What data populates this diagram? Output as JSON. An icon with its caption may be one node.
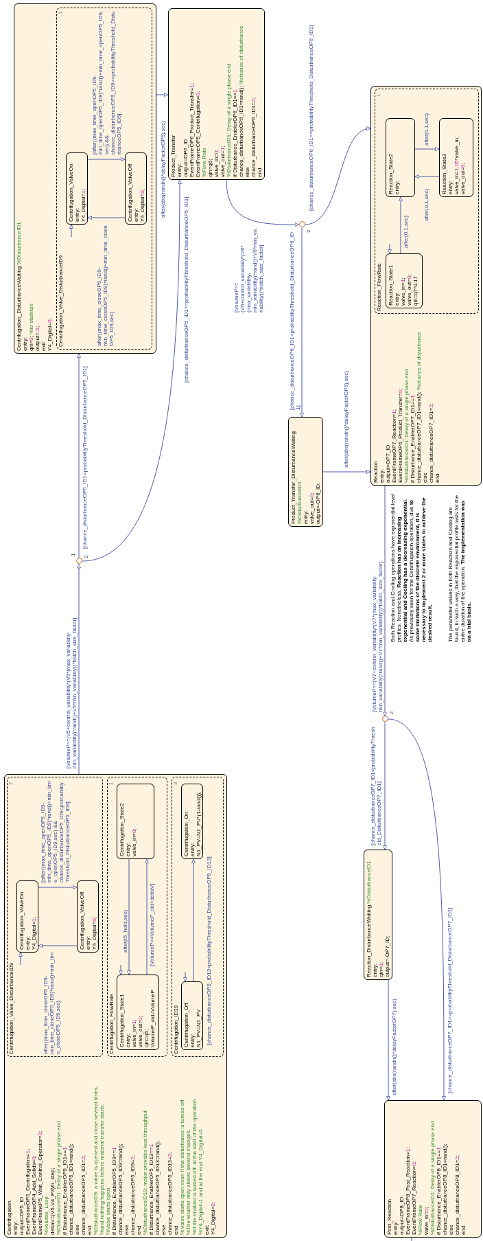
{
  "diagram": {
    "nodes": [
      {
        "text": [
          "Centrifugation_DisturbanceWaiting %DisturbanceID1",
          "entry:",
          "qin=0; %to stabilize",
          "output=-5;",
          "exit:",
          "Y4_Digital=0;"
        ]
      },
      {
        "text": [
          "Centrifugation_Valve_DisturbanceID9"
        ],
        "in": 0
      },
      {
        "text": [
          "Centrifugation_ValveOn",
          "entry:",
          "Y4_Digital=1;"
        ],
        "in": 1
      },
      {
        "text": [
          "Centrifugation_ValveOff",
          "entry:",
          "Y4_Digital=0;"
        ],
        "in": 1
      },
      {
        "text": [
          "Product_Transfer",
          "entry:",
          "output=OP6_ID",
          "EventFrameOP6_Product_Transfer=1;",
          "EventFrameOP5_Centrifugation=0;",
          "%Flow Rate",
          "qin=q6;",
          "valve_in=0;",
          "valve_out=1;",
          "%DisturbanceID1: Delay of a single phase end",
          "if Disturbance_EnablerOP6_ID1==1",
          "chance_disturbanceOP6_ID1=rand(); %chance of disturbance",
          "else",
          "chance_disturbanceOP6_ID1=2;",
          "end"
        ]
      },
      {
        "text": [],
        "shape": "circle"
      },
      {
        "text": [],
        "shape": "circle"
      },
      {
        "text": [
          "Product_Transfer_DisturbanceWaiting",
          "%DisturbanceID1",
          "entry:",
          "valve_out=0;",
          "output=-OP6_ID;"
        ]
      },
      {
        "text": [
          "Reaction",
          "entry:",
          "output=OP7_ID",
          "EventFrameOP7_Reaction=1;",
          "EventFrameOP6_Product_Transfer=0;",
          "%DisturbanceID1: Delay of a single phase end",
          "if Disturbance_EnablerOP7_ID1==1",
          "chance_disturbanceOP7_ID1=rand(); %chance of disturbance",
          "else",
          "chance_disturbanceOP7_ID1=2;",
          "end"
        ]
      },
      {
        "text": [
          "Reaction_FlowRate"
        ],
        "in": 8
      },
      {
        "text": [
          "Reaction_State1",
          "entry:",
          "valve_in=1;",
          "valve_out=0;",
          "qin=q7*0.17"
        ],
        "in": 9
      },
      {
        "text": [
          "Reaction_State2",
          "entry:"
        ],
        "in": 9
      },
      {
        "text": [
          "Reaction_State3",
          "entry:",
          "valve_in=1.05*valve_in;",
          "valve_out=0;"
        ],
        "in": 9
      },
      {
        "text": [
          "Centrifugation",
          "entry:",
          "output=OP5_ID",
          "EventFrameOP5_Centrifugation=1;",
          "EventFrameOP4_Add_Solids=0;",
          "EventFrameP5_Wait_Control_Operator=0;",
          "%Volume_Loop",
          "deltaV=(V5-V4_P3)/n_step;",
          "%DisturbanceID1: Delay of a single phase end",
          "if Disturbance_EnablerOP5_ID1==1",
          "chance_disturbanceOP5_ID1=rand();",
          "else",
          "chance_disturbanceOP5_ID1=2;",
          "end",
          "%DisturbanceID9: a valve is opened and close several times,",
          "%and nothing happens before material transfer starts.",
          "%Valve starts open",
          "if Disturbance_EnablerOP5_ID9==1",
          "chance_disturbanceOP5_ID9=rand();",
          "else",
          "chance_disturbanceOP5_ID9=2;",
          "end",
          "%DisturbanceID19: motor provides less throughput",
          "if Disturbance_EnablerOP5_ID13==1",
          "chance_disturbanceOP5_ID13=rand();",
          "else",
          "chance_disturbanceOP5_ID13=2;",
          "end",
          "% valve starts open even if the disturbance is turned off",
          "%The enabler only allows several changes.",
          "%If the enabler is turned off: at the start of the operation",
          "%Y4_Digital=1 and at the end Y4_Digital=0",
          "exit:",
          "Y4_Digital=0;"
        ]
      },
      {
        "text": [
          "Centrifugation_Valve_DisturbanceID9"
        ],
        "in": 13
      },
      {
        "text": [
          "Centrifugation_ValveOn",
          "entry:",
          "Y4_Digital=1;"
        ],
        "in": 14
      },
      {
        "text": [
          "Centrifugation_ValveOff",
          "entry:",
          "Y4_Digital=0;"
        ],
        "in": 14
      },
      {
        "text": [
          "Centrifugation_FlowRate"
        ],
        "in": 13
      },
      {
        "text": [
          "Centrifugation_State1",
          "entry:",
          "valve_in=1;",
          "valve_out=0;",
          "qin=q5;",
          "VolumeP_old=VolumeP"
        ],
        "in": 17
      },
      {
        "text": [
          "Centrifugation_State2",
          "entry:",
          "valve_in=0;"
        ],
        "in": 17
      },
      {
        "text": [
          "Centrifugation_ID19"
        ],
        "in": 13
      },
      {
        "text": [
          "Centrifugation_Off",
          "entry:",
          "N1_PV=N1_PV"
        ],
        "in": 20
      },
      {
        "text": [
          "Centrifugation_On",
          "entry:",
          "N1_PV=N1_PV*(1-rand());"
        ],
        "in": 20
      },
      {
        "text": [],
        "shape": "circle"
      },
      {
        "text": [
          "Reaction_DisturbanceWaiting %DisturbanceID1",
          "entry:",
          "qin=0;",
          "output=-OP7_ID;"
        ]
      },
      {
        "text": [
          "Post_Reaction",
          "entry:",
          "output=OP8_ID",
          "EventFrameOP8_Post_Reaction=1;",
          "EventFrameOP7_Reaction=0;",
          "%Flow Rate",
          "valve_in=0;",
          "%DisturbanceID1: Delay of a single phase end",
          "if Disturbance_EnablerOP8_ID1==1",
          "chance_disturbanceOP8_ID1=rand();",
          "else",
          "chance_disturbanceOP8_ID1=2;",
          "end"
        ]
      }
    ],
    "edges": [
      {
        "from": 5,
        "to": 0,
        "arrow": "to",
        "label": "[chance_disturbanceOP5_ID1<probabilityThreshold_DisturbanceOP5_ID1]"
      },
      {
        "from": 5,
        "to": 4,
        "arrow": "to",
        "label": "[chance_disturbanceOP5_ID1>=probabilityThreshold_DisturbanceOP5_ID1]"
      },
      {
        "from": 0,
        "to": 4,
        "arrow": "to",
        "label": "after(abs(randn()*delayFactorOP5),sec)"
      },
      {
        "from": 4,
        "to": 6,
        "arrow": "to",
        "label": "[VolumeP>=(V6+control_variability*(V6*(max_variability-min_variability)*rand()+V6*min_variability))*batch_size_factor]"
      },
      {
        "from": 6,
        "to": 7,
        "arrow": "to",
        "label": "[chance_disturbanceOP6_ID1<probabilityThreshold_DisturbanceOP6_ID1]"
      },
      {
        "from": 6,
        "to": 8,
        "arrow": "to",
        "label": "[chance_disturbanceOP6_ID1>=probabilityThreshold_DisturbanceOP6_ID1]"
      },
      {
        "from": 7,
        "to": 8,
        "arrow": "to",
        "label": "after(abs(randn()*delayFactorOP6),sec)"
      },
      {
        "from": 8,
        "to": 23,
        "arrow": "to",
        "label": "[VolumeP>=(V7+control_variability*(V7*(max_variability-min_variability)*rand()+V7*min_variability))*batch_size_factor]"
      },
      {
        "from": 23,
        "to": 24,
        "arrow": "to",
        "label": "[chance_disturbanceOP7_ID1<probabilityThreshold_DisturbanceOP7_ID1]"
      },
      {
        "from": 23,
        "to": 25,
        "arrow": "to",
        "label": "[chance_disturbanceOP7_ID1>=probabilityThreshold_DisturbanceOP7_ID1]"
      },
      {
        "from": 24,
        "to": 25,
        "arrow": "to",
        "label": "after(abs(randn()*delayFactorOP7),sec)"
      },
      {
        "from": 25,
        "to": null,
        "arrow": "none"
      },
      {
        "from": 13,
        "to": 5,
        "arrow": "to",
        "label": "[VolumeP>=(V5+control_variability*(V5*(max_variability-min_variability)*rand()+V5*min_variability))*batch_size_factor]"
      },
      {
        "from": 2,
        "to": 3,
        "arrow": "to",
        "label": "[after((max_time_openOP5_ID9-min_time_openOP5_ID9)*rand()+min_time_openOP5_ID9,sec) && chance_disturbanceOP5_ID9>=probabilityThreshold_DisturbanceOP5_ID9]"
      },
      {
        "from": 3,
        "to": 2,
        "arrow": "to",
        "label": "after((max_time_closeOP5_ID9-min_time_closeOP5_ID9)*rand()+min_time_closeOP5_ID9,sec)"
      },
      {
        "from": null,
        "to": 2,
        "arrow": "to"
      },
      {
        "from": null,
        "to": 10,
        "arrow": "to"
      },
      {
        "from": 10,
        "to": 11,
        "arrow": "to",
        "label": "after(0.1,sec)"
      },
      {
        "from": 11,
        "to": 12,
        "arrow": "to",
        "label": "after(0.1,sec)"
      },
      {
        "from": 12,
        "to": 11,
        "arrow": "to",
        "label": "after(0.1,sec)"
      },
      {
        "from": 15,
        "to": 16,
        "arrow": "to",
        "label": "[after((max_time_openOP5_ID9-min_time_openOP5_ID9)*rand()+min_time_openOP5_ID9,sec) && chance_disturbanceOP5_ID9<probabilityThreshold_DisturbanceOP5_ID9]"
      },
      {
        "from": 16,
        "to": 15,
        "arrow": "to",
        "label": "after((max_time_closeOP5_ID9-min_time_closeOP5_ID9)*rand()+min_time_closeOP5_ID9,sec)"
      },
      {
        "from": null,
        "to": 15,
        "arrow": "to"
      },
      {
        "from": 19,
        "to": 18,
        "arrow": "to",
        "label": "after(t5_hold,sec)"
      },
      {
        "from": 18,
        "to": 19,
        "arrow": "to",
        "label": "[VolumeP>=VolumeP_old+deltaV]"
      },
      {
        "from": null,
        "to": 21,
        "arrow": "to"
      },
      {
        "from": 21,
        "to": 22,
        "arrow": "to",
        "label": "[chance_disturbanceOP5_ID13<probabilityThreshold_DisturbanceOP5_ID13]"
      },
      {
        "from": null,
        "to": 18,
        "arrow": "to"
      }
    ],
    "labels": [
      "Both Reaction and Cooling operations have exponential level profiles. Nonetheless, **Reaction has an increasing exponential and Cooling has a decreasing exponential**. As previously seen for the Centrifugation operation, due **to some limitations of the discrete environment, it is necessary to implement 2 or more states to achieve the desired result.**",
      "The parameter values in both Reaction and Cooling are found, in such a way, that the exponential profile lasts for the entire duration of the operation. **The implementation was on a trial basis.**",
      "1",
      "2",
      "2",
      "2",
      "1",
      "2",
      "3",
      "1",
      "1"
    ]
  }
}
